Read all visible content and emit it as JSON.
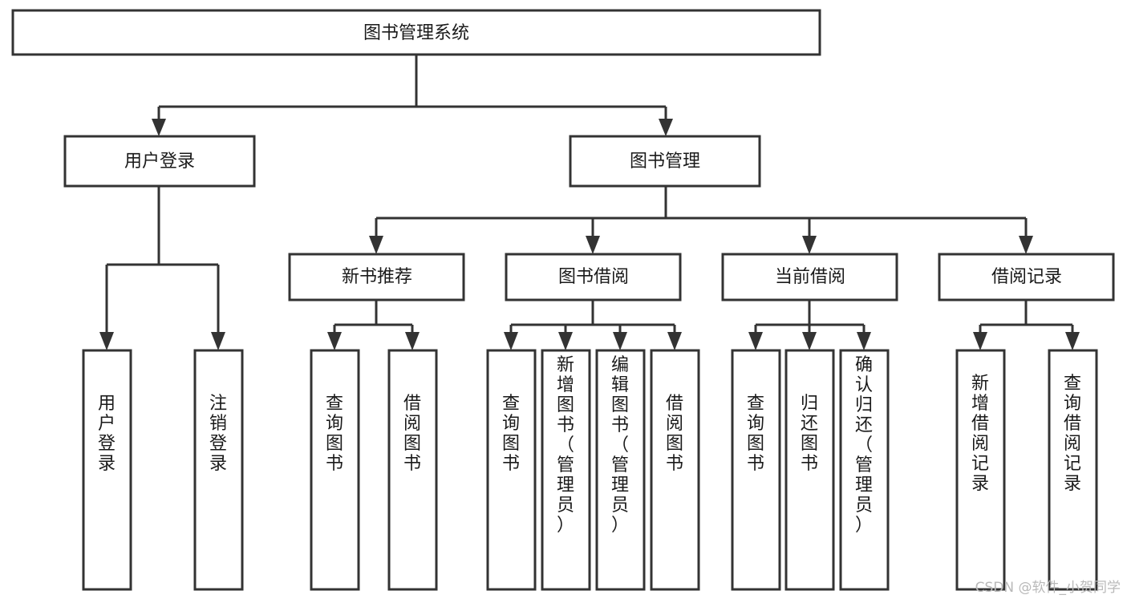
{
  "diagram": {
    "title": "图书管理系统",
    "type": "tree",
    "orientation": "top-down",
    "colors": {
      "box_stroke": "#333333",
      "box_fill": "#ffffff",
      "text": "#1a1a1a",
      "background": "#ffffff",
      "watermark": "#b9b9b9"
    },
    "root": {
      "id": "root",
      "label": "图书管理系统"
    },
    "level2": [
      {
        "id": "user-login",
        "label": "用户登录"
      },
      {
        "id": "book-manage",
        "label": "图书管理"
      }
    ],
    "level3": [
      {
        "id": "new-book-recommend",
        "label": "新书推荐",
        "parent": "book-manage"
      },
      {
        "id": "book-borrow",
        "label": "图书借阅",
        "parent": "book-manage"
      },
      {
        "id": "current-borrow",
        "label": "当前借阅",
        "parent": "book-manage"
      },
      {
        "id": "borrow-record",
        "label": "借阅记录",
        "parent": "book-manage"
      }
    ],
    "leaves": [
      {
        "id": "leaf-user-login",
        "label": "用户登录",
        "parent": "user-login"
      },
      {
        "id": "leaf-logout",
        "label": "注销登录",
        "parent": "user-login"
      },
      {
        "id": "leaf-query-book-1",
        "label": "查询图书",
        "parent": "new-book-recommend"
      },
      {
        "id": "leaf-borrow-book-1",
        "label": "借阅图书",
        "parent": "new-book-recommend"
      },
      {
        "id": "leaf-query-book-2",
        "label": "查询图书",
        "parent": "book-borrow"
      },
      {
        "id": "leaf-add-book",
        "label": "新增图书（管理员）",
        "parent": "book-borrow"
      },
      {
        "id": "leaf-edit-book",
        "label": "编辑图书（管理员）",
        "parent": "book-borrow"
      },
      {
        "id": "leaf-borrow-book-2",
        "label": "借阅图书",
        "parent": "book-borrow"
      },
      {
        "id": "leaf-query-book-3",
        "label": "查询图书",
        "parent": "current-borrow"
      },
      {
        "id": "leaf-return-book",
        "label": "归还图书",
        "parent": "current-borrow"
      },
      {
        "id": "leaf-confirm-return",
        "label": "确认归还（管理员）",
        "parent": "current-borrow"
      },
      {
        "id": "leaf-add-record",
        "label": "新增借阅记录",
        "parent": "borrow-record"
      },
      {
        "id": "leaf-query-record",
        "label": "查询借阅记录",
        "parent": "borrow-record"
      }
    ]
  },
  "watermark": {
    "text": "CSDN @软件_小贺同学"
  }
}
